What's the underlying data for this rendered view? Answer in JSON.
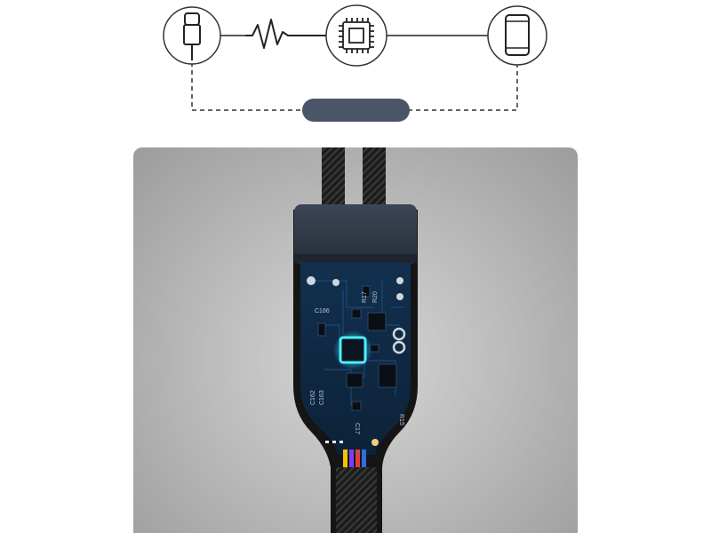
{
  "diagram": {
    "icons": [
      "usb-c-connector-icon",
      "signal-wave-icon",
      "chip-icon",
      "smartphone-icon"
    ],
    "link_bar_color": "#4a5568"
  },
  "product": {
    "description_icons": [
      "braided-cable",
      "connector-housing",
      "circuit-board",
      "processor-chip"
    ],
    "pcb_labels": [
      "R17",
      "R20",
      "C166",
      "C162",
      "C163",
      "C17",
      "R15"
    ],
    "colors": {
      "panel": "#bdbdbd",
      "pcb": "#0f2a4a",
      "chip_glow": "#38e0ff",
      "housing": "#2b3442",
      "cable": "#1a1a1a"
    },
    "wire_colors": [
      "#f2c200",
      "#7a3cff",
      "#e23b3b",
      "#2f6de0"
    ]
  }
}
